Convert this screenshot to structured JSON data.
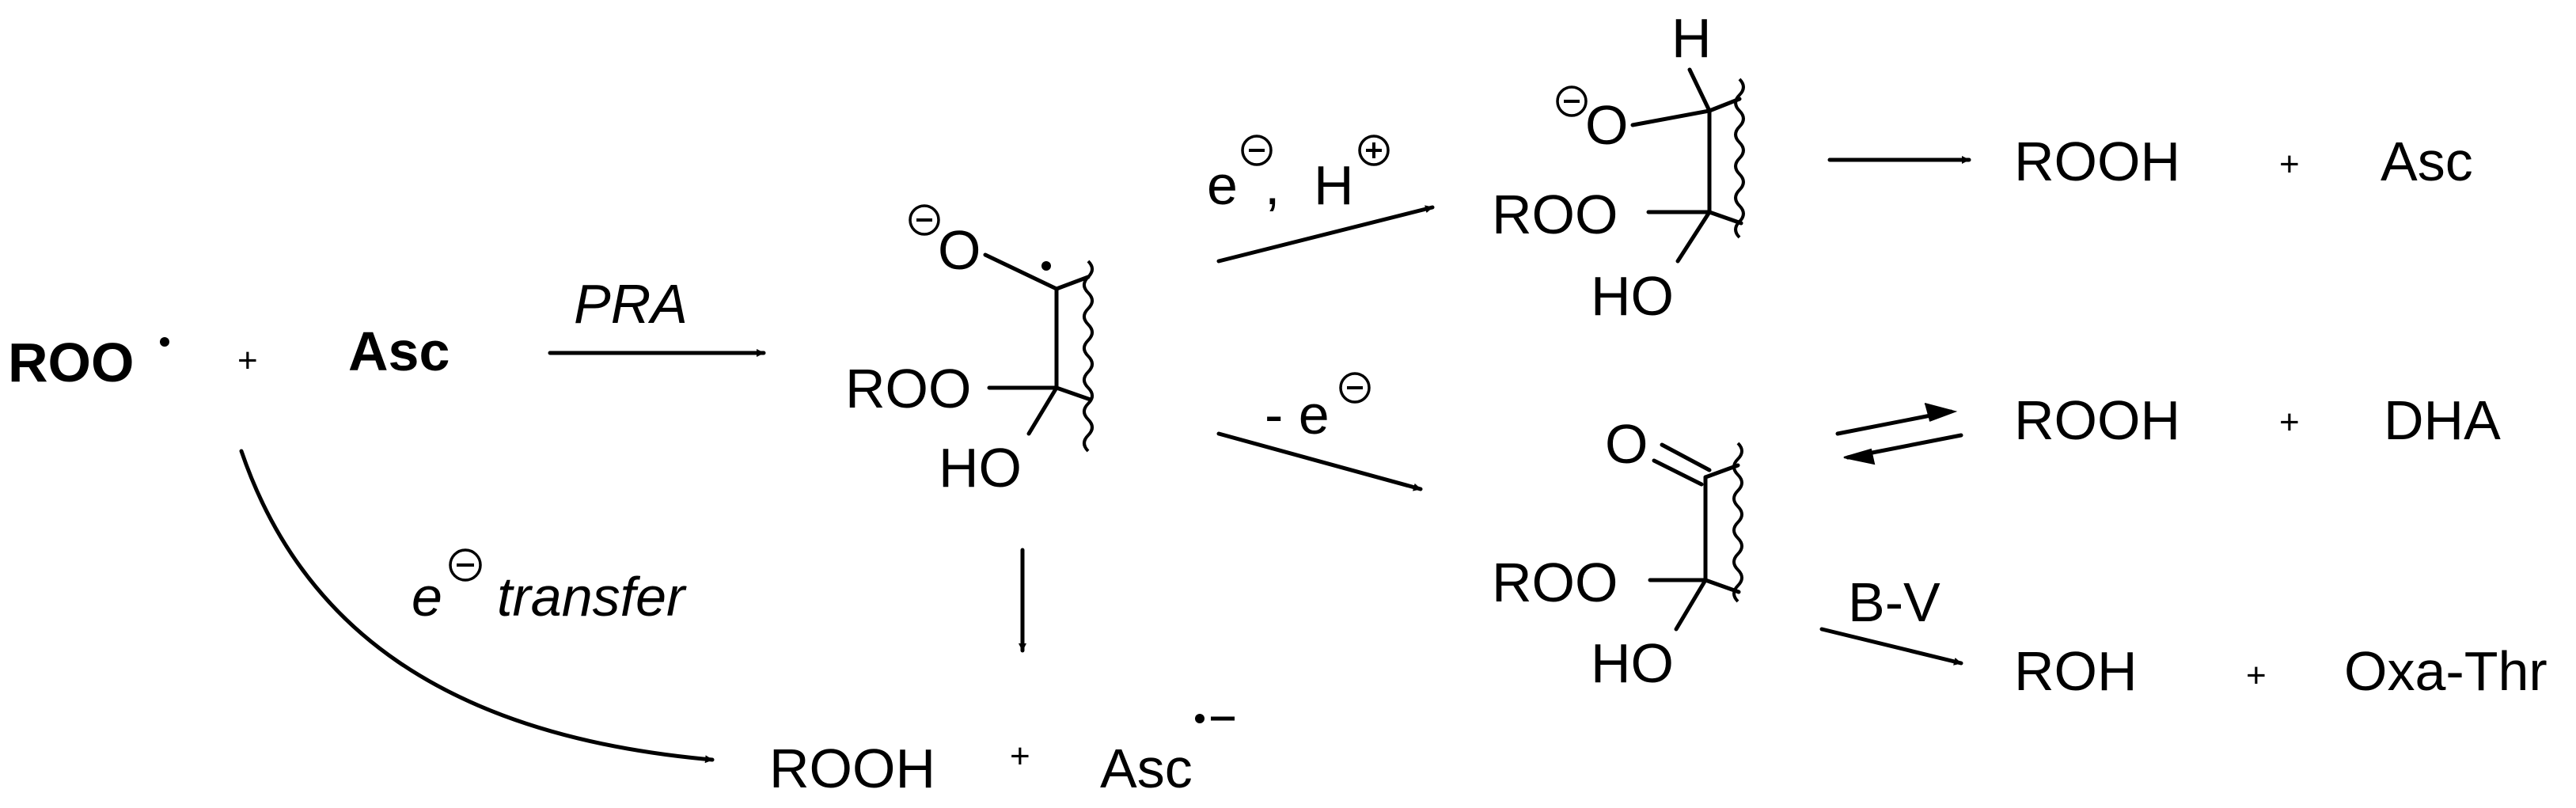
{
  "reactants": {
    "radical": "ROO",
    "plus": "+",
    "ascorbate": "Asc"
  },
  "arrows": {
    "pra": "PRA",
    "electron_transfer_e": "e",
    "electron_transfer_word": "transfer",
    "reduction_e": "e",
    "reduction_comma": ",",
    "reduction_h": "H",
    "oxidation_prefix": "- e",
    "bv": "B-V"
  },
  "intermediate_radical": {
    "o_minus": "O",
    "roo": "ROO",
    "ho": "HO"
  },
  "intermediate_alcohol": {
    "h": "H",
    "o_minus": "O",
    "roo": "ROO",
    "ho": "HO"
  },
  "intermediate_ketone": {
    "o": "O",
    "roo": "ROO",
    "ho": "HO"
  },
  "products": {
    "direct": {
      "rooh": "ROOH",
      "plus": "+",
      "asc": "Asc"
    },
    "top": {
      "rooh": "ROOH",
      "plus": "+",
      "asc": "Asc"
    },
    "middle": {
      "rooh": "ROOH",
      "plus": "+",
      "dha": "DHA"
    },
    "bottom": {
      "roh": "ROH",
      "plus": "+",
      "oxa": "Oxa-Thr"
    }
  },
  "charges": {
    "minus_symbol": "−",
    "plus_symbol": "+",
    "radical_dot": "•",
    "radical_anion": "•−"
  }
}
